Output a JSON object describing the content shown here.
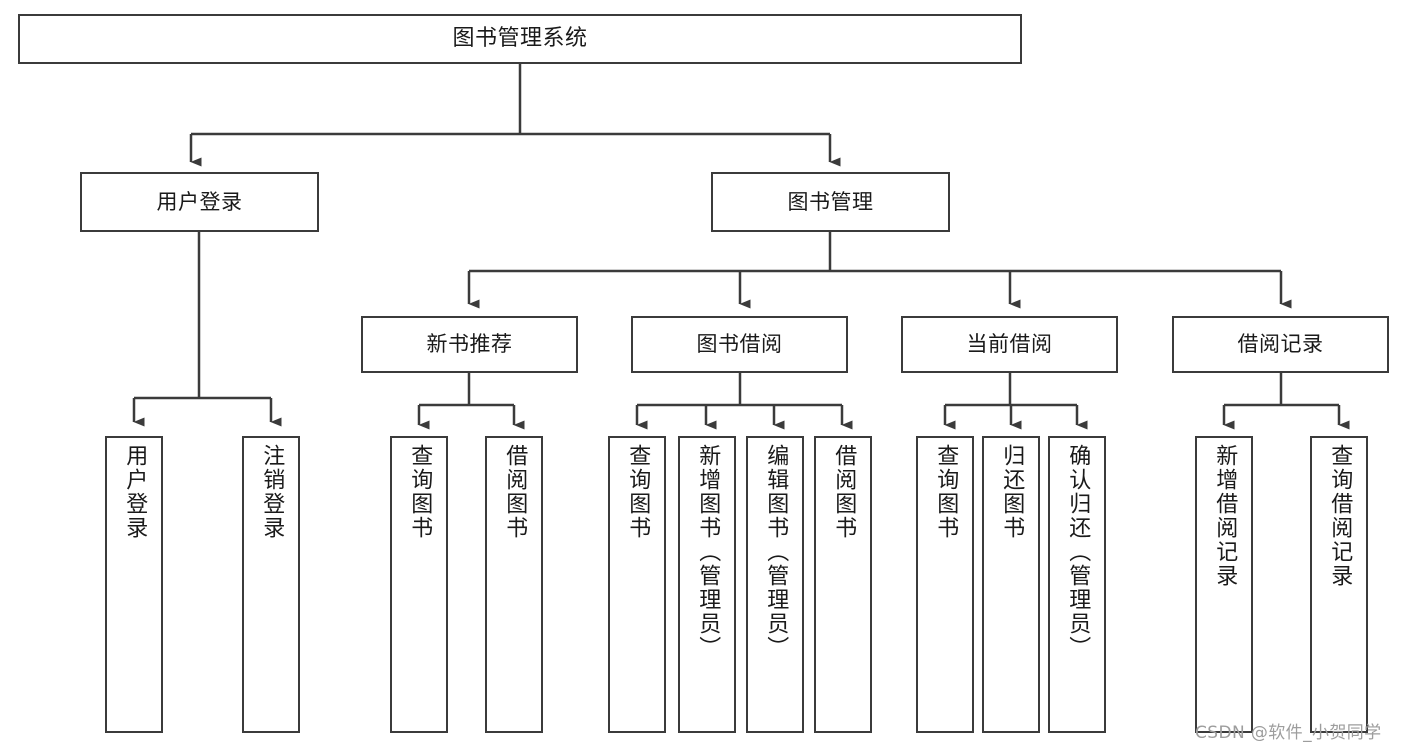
{
  "diagram": {
    "title": "图书管理系统",
    "type": "hierarchy-tree",
    "watermark": "CSDN @软件_小贺同学",
    "colors": {
      "box_border": "#3b3b3b",
      "box_fill": "#ffffff",
      "edge": "#3b3b3b",
      "text": "#1a1a1a",
      "watermark": "#9d9d9d",
      "background": "#ffffff"
    },
    "nodes": {
      "root": {
        "label": "图书管理系统",
        "orientation": "horizontal"
      },
      "level1": [
        {
          "label": "用户登录",
          "orientation": "horizontal"
        },
        {
          "label": "图书管理",
          "orientation": "horizontal"
        }
      ],
      "level2": [
        {
          "label": "新书推荐",
          "orientation": "horizontal"
        },
        {
          "label": "图书借阅",
          "orientation": "horizontal"
        },
        {
          "label": "当前借阅",
          "orientation": "horizontal"
        },
        {
          "label": "借阅记录",
          "orientation": "horizontal"
        }
      ],
      "leaves": {
        "user_login": [
          {
            "label": "用户登录",
            "orientation": "vertical"
          },
          {
            "label": "注销登录",
            "orientation": "vertical"
          }
        ],
        "new_book_recommend": [
          {
            "label": "查询图书",
            "orientation": "vertical"
          },
          {
            "label": "借阅图书",
            "orientation": "vertical"
          }
        ],
        "book_borrow": [
          {
            "label": "查询图书",
            "orientation": "vertical"
          },
          {
            "label": "新增图书（管理员）",
            "orientation": "vertical"
          },
          {
            "label": "编辑图书（管理员）",
            "orientation": "vertical"
          },
          {
            "label": "借阅图书",
            "orientation": "vertical"
          }
        ],
        "current_borrow": [
          {
            "label": "查询图书",
            "orientation": "vertical"
          },
          {
            "label": "归还图书",
            "orientation": "vertical"
          },
          {
            "label": "确认归还（管理员）",
            "orientation": "vertical"
          }
        ],
        "borrow_record": [
          {
            "label": "新增借阅记录",
            "orientation": "vertical"
          },
          {
            "label": "查询借阅记录",
            "orientation": "vertical"
          }
        ]
      }
    }
  }
}
